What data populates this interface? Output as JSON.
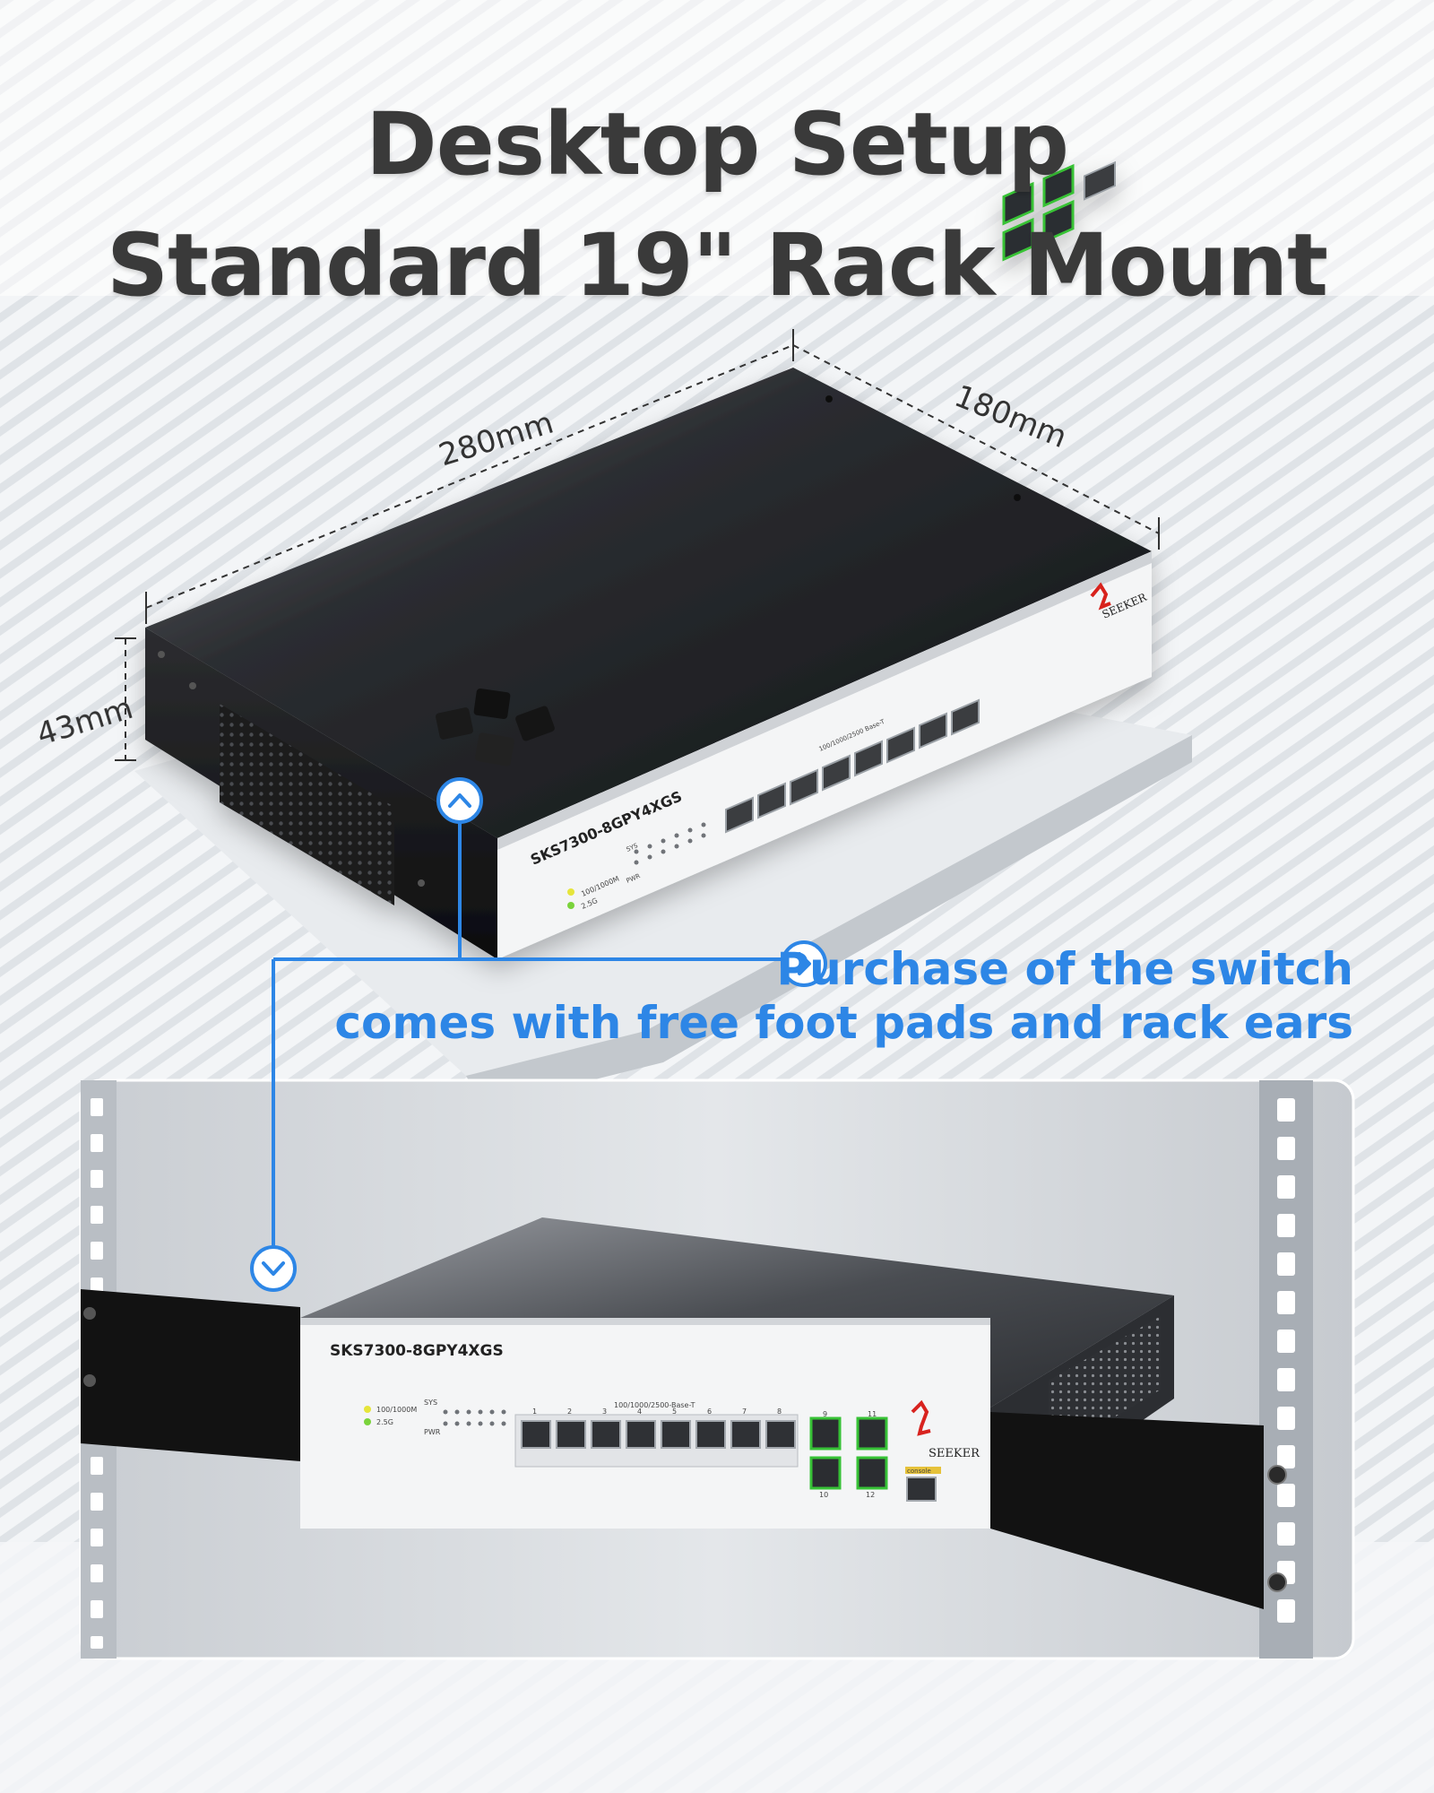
{
  "headline": {
    "line1": "Desktop Setup",
    "line2": "Standard 19\" Rack Mount"
  },
  "dimensions": {
    "length": "280mm",
    "width": "180mm",
    "height": "43mm"
  },
  "callout": {
    "line1": "Purchase of the switch",
    "line2": "comes with free foot pads and rack ears"
  },
  "switch_top": {
    "model": "SKS7300-8GPY4XGS",
    "brand": "SEEKER",
    "port_label": "100/1000/2500 Base-T",
    "led_legend_1": "100/1000M",
    "led_legend_2": "2.5G",
    "led_row_sys": "SYS",
    "led_row_pwr": "PWR"
  },
  "switch_rack": {
    "model": "SKS7300-8GPY4XGS",
    "brand": "SEEKER",
    "port_label": "100/1000/2500-Base-T",
    "led_legend_1": "100/1000M",
    "led_legend_2": "2.5G",
    "led_row_sys": "SYS",
    "led_row_pwr": "PWR",
    "console_label": "console",
    "port_numbers": [
      "1",
      "2",
      "3",
      "4",
      "5",
      "6",
      "7",
      "8"
    ],
    "sfp_numbers": [
      "9",
      "11",
      "10",
      "12"
    ]
  },
  "colors": {
    "accent": "#2d86e6",
    "chassis_dark": "#1e1f22",
    "front_panel": "#f4f5f6",
    "sfp_green": "#37c236",
    "rack_ear": "#121212"
  }
}
